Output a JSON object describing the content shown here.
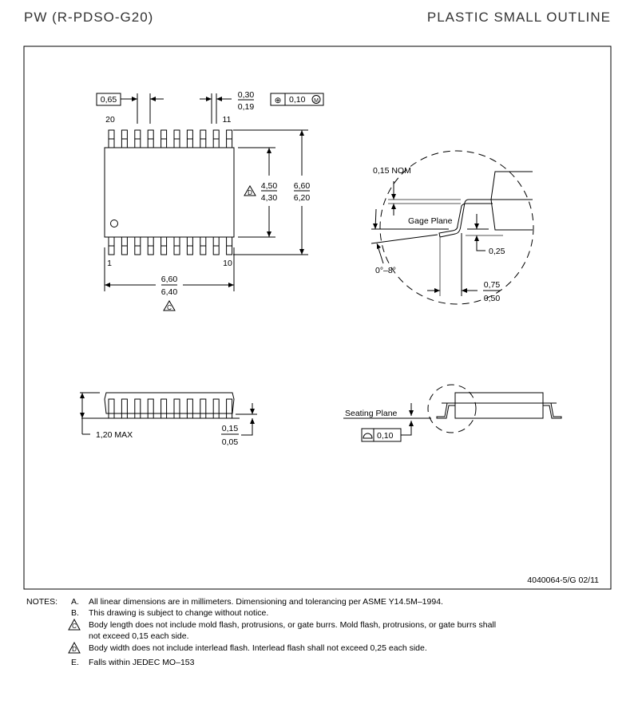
{
  "header": {
    "package_code": "PW (R-PDSO-G20)",
    "package_type": "PLASTIC SMALL OUTLINE"
  },
  "top_view": {
    "pitch": "0,65",
    "lead_width_max": "0,30",
    "lead_width_min": "0,19",
    "position_tolerance": "0,10",
    "position_symbol": "⊕",
    "mmc_symbol": "M",
    "pin_labels": {
      "top_left": "20",
      "top_right": "11",
      "bottom_left": "1",
      "bottom_right": "10"
    },
    "body_width_max": "4,50",
    "body_width_min": "4,30",
    "body_width_note": "D",
    "overall_width_max": "6,60",
    "overall_width_min": "6,20",
    "body_length_max": "6,60",
    "body_length_min": "6,40",
    "body_length_note": "C"
  },
  "detail_view": {
    "lead_thickness": "0,15 NOM",
    "gage_plane": "Gage Plane",
    "gage_height": "0,25",
    "angle": "0°–8°",
    "foot_length_max": "0,75",
    "foot_length_min": "0,50"
  },
  "side_view": {
    "height_max": "1,20 MAX",
    "standoff_max": "0,15",
    "standoff_min": "0,05",
    "seating_plane": "Seating Plane",
    "flatness_tolerance": "0,10"
  },
  "drawing_number": "4040064-5/G  02/11",
  "notes": {
    "title": "NOTES:",
    "items": [
      {
        "letter": "A.",
        "text": "All linear dimensions are in millimeters.  Dimensioning and tolerancing per ASME Y14.5M–1994."
      },
      {
        "letter": "B.",
        "text": "This drawing is subject to change without notice."
      },
      {
        "letter": "C",
        "text": "Body length does not include mold flash, protrusions, or gate burrs.  Mold flash, protrusions, or gate burrs shall",
        "text2": "not exceed 0,15 each side."
      },
      {
        "letter": "D",
        "text": "Body width does not include interlead flash.  Interlead flash shall not exceed 0,25 each side."
      },
      {
        "letter": "E.",
        "text": "Falls within JEDEC MO–153"
      }
    ]
  }
}
